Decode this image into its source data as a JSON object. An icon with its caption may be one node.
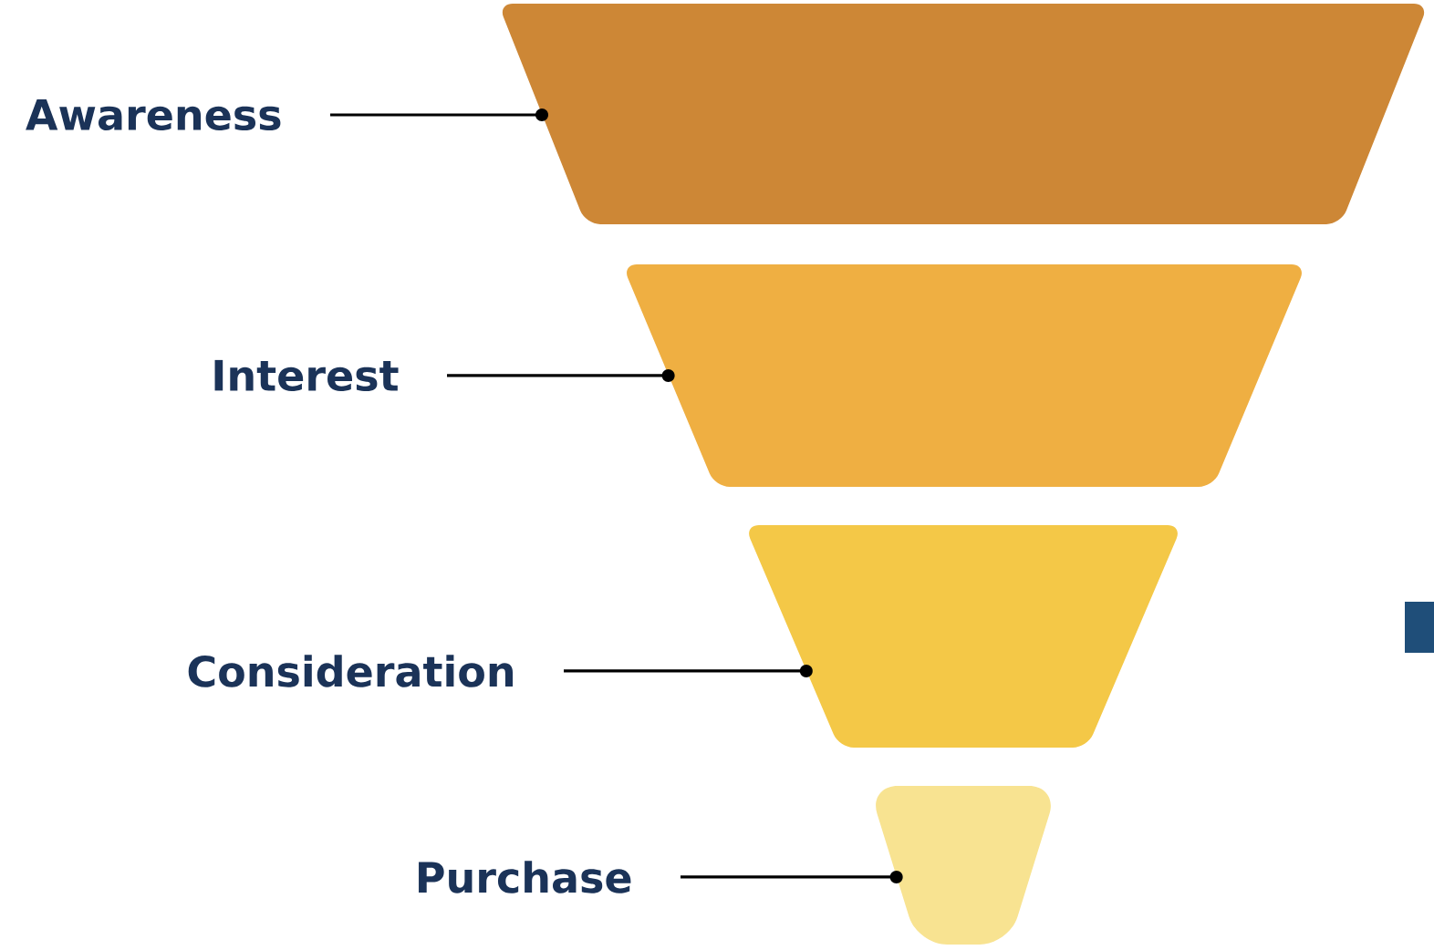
{
  "diagram": {
    "nodes": [
      {
        "text": [
          "Awareness"
        ]
      },
      {
        "text": [],
        "shape": "trapezoid"
      },
      {
        "text": [
          "Interest"
        ]
      },
      {
        "text": [],
        "shape": "trapezoid"
      },
      {
        "text": [
          "Consideration"
        ]
      },
      {
        "text": [],
        "shape": "trapezoid"
      },
      {
        "text": [
          "Purchase"
        ]
      },
      {
        "text": [],
        "shape": "trapezoid"
      }
    ],
    "edges": [
      {
        "from": 0,
        "to": 1,
        "arrow": "other"
      },
      {
        "from": 2,
        "to": 3,
        "arrow": "other"
      },
      {
        "from": 4,
        "to": 5,
        "arrow": "other"
      },
      {
        "from": 6,
        "to": 7,
        "arrow": "other"
      }
    ]
  }
}
